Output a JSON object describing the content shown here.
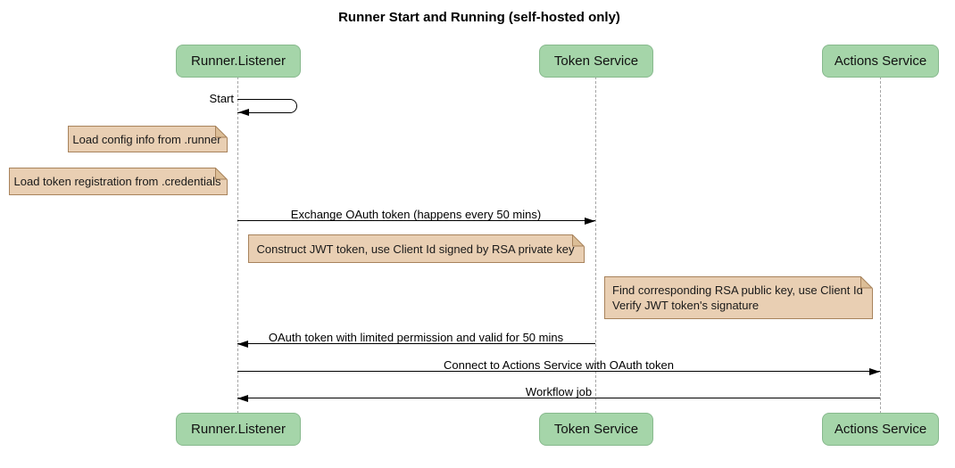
{
  "title": "Runner Start and Running (self-hosted only)",
  "diagram_type": "sequence",
  "participants": [
    {
      "id": "runner-listener",
      "label": "Runner.Listener"
    },
    {
      "id": "token-service",
      "label": "Token Service"
    },
    {
      "id": "actions-service",
      "label": "Actions Service"
    }
  ],
  "messages": [
    {
      "type": "self",
      "from": "Runner.Listener",
      "to": "Runner.Listener",
      "label": "Start"
    },
    {
      "type": "arrow",
      "from": "Runner.Listener",
      "to": "Token Service",
      "label": "Exchange OAuth token (happens every 50 mins)"
    },
    {
      "type": "arrow",
      "from": "Token Service",
      "to": "Runner.Listener",
      "label": "OAuth token with limited permission and valid for 50 mins"
    },
    {
      "type": "arrow",
      "from": "Runner.Listener",
      "to": "Actions Service",
      "label": "Connect to Actions Service with OAuth token"
    },
    {
      "type": "arrow",
      "from": "Actions Service",
      "to": "Runner.Listener",
      "label": "Workflow job"
    }
  ],
  "notes": [
    {
      "lines": [
        "Load config info from .runner"
      ]
    },
    {
      "lines": [
        "Load token registration from .credentials"
      ]
    },
    {
      "lines": [
        "Construct JWT token, use Client Id signed by RSA private key"
      ]
    },
    {
      "lines": [
        "Find corresponding RSA public key, use Client Id",
        "Verify JWT token's signature"
      ]
    }
  ],
  "colors": {
    "actor_fill": "#a5d5a9",
    "actor_border": "#87b98d",
    "note_fill": "#e9cfb3",
    "note_border": "#a8835c",
    "lifeline": "#a6a6a6",
    "arrow": "#000000",
    "background": "#ffffff"
  }
}
